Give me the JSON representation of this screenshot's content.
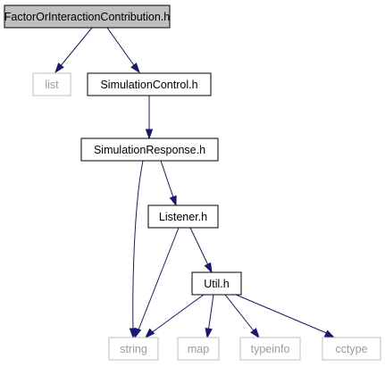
{
  "nodes": [
    {
      "id": "root",
      "label": "FactorOrInteractionContribution.h",
      "kind": "root"
    },
    {
      "id": "list",
      "label": "list",
      "kind": "external"
    },
    {
      "id": "simctrl",
      "label": "SimulationControl.h",
      "kind": "internal"
    },
    {
      "id": "simresp",
      "label": "SimulationResponse.h",
      "kind": "internal"
    },
    {
      "id": "listener",
      "label": "Listener.h",
      "kind": "internal"
    },
    {
      "id": "util",
      "label": "Util.h",
      "kind": "internal"
    },
    {
      "id": "string",
      "label": "string",
      "kind": "external"
    },
    {
      "id": "map",
      "label": "map",
      "kind": "external"
    },
    {
      "id": "typeinfo",
      "label": "typeinfo",
      "kind": "external"
    },
    {
      "id": "cctype",
      "label": "cctype",
      "kind": "external"
    }
  ],
  "edges": [
    {
      "from": "root",
      "to": "list"
    },
    {
      "from": "root",
      "to": "simctrl"
    },
    {
      "from": "simctrl",
      "to": "simresp"
    },
    {
      "from": "simresp",
      "to": "listener"
    },
    {
      "from": "simresp",
      "to": "string"
    },
    {
      "from": "listener",
      "to": "util"
    },
    {
      "from": "listener",
      "to": "string"
    },
    {
      "from": "util",
      "to": "string"
    },
    {
      "from": "util",
      "to": "map"
    },
    {
      "from": "util",
      "to": "typeinfo"
    },
    {
      "from": "util",
      "to": "cctype"
    }
  ],
  "colors": {
    "edge": "#191970",
    "root_fill": "#bfbfbf",
    "root_stroke": "#000000",
    "internal_stroke": "#000000",
    "external_stroke": "#bfbfbf",
    "external_text": "#9c9c9c"
  }
}
